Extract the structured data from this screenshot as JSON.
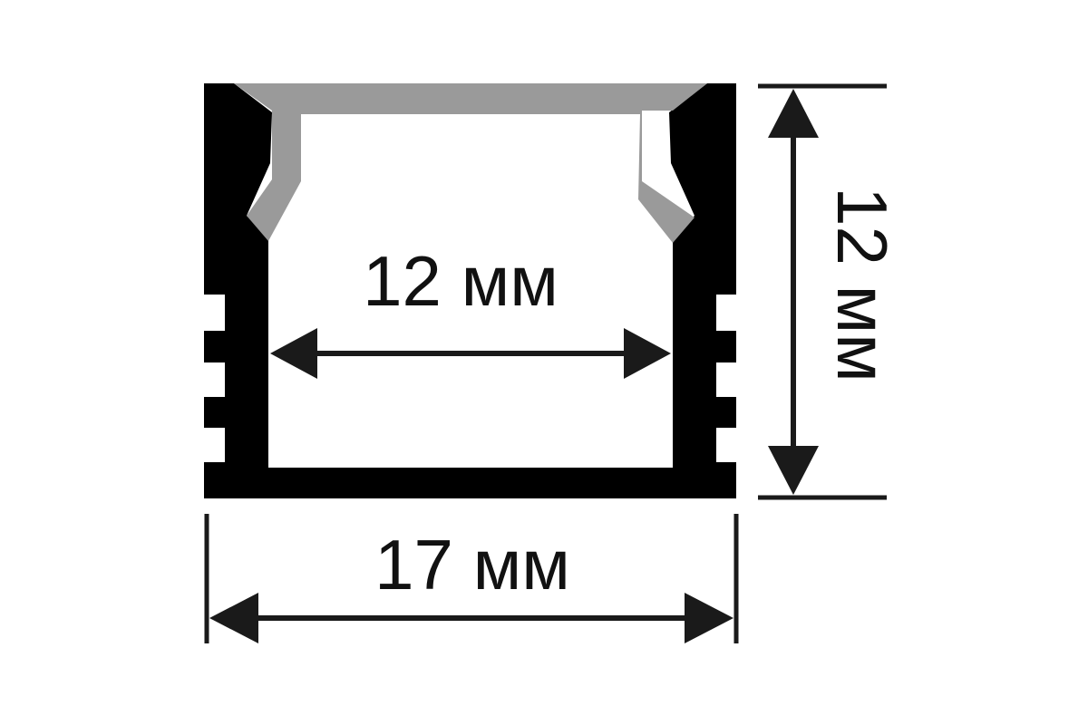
{
  "dimensions": {
    "inner_width": "12 мм",
    "height": "12 мм",
    "outer_width": "17 мм"
  },
  "colors": {
    "profile": "#000000",
    "diffuser": "#9a9a9a",
    "lines": "#1a1a1a",
    "background": "#ffffff"
  }
}
